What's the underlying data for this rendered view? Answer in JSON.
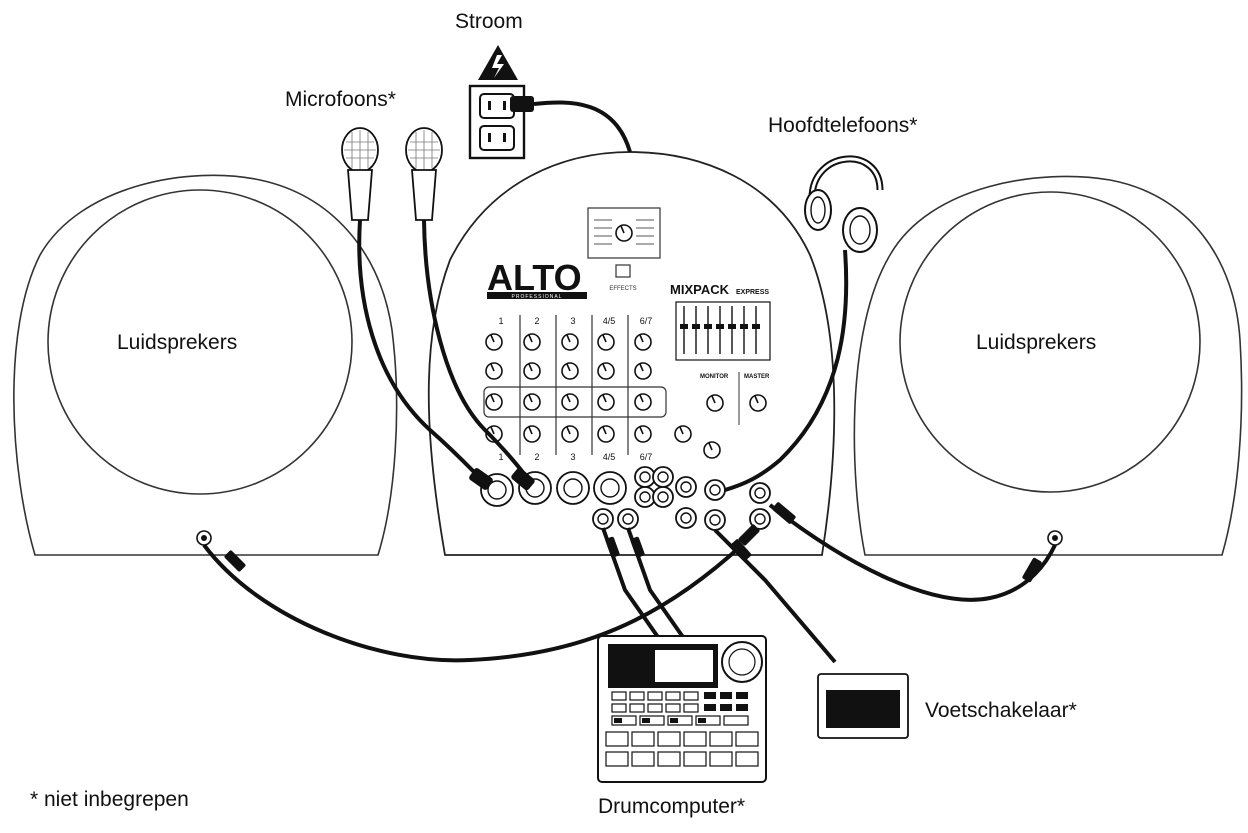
{
  "labels": {
    "power": "Stroom",
    "microphones": "Microfoons*",
    "headphones": "Hoofdtelefoons*",
    "speaker_left": "Luidsprekers",
    "speaker_right": "Luidsprekers",
    "footswitch": "Voetschakelaar*",
    "drum_computer": "Drumcomputer*",
    "footnote": "* niet inbegrepen"
  },
  "mixer": {
    "brand": "ALTO",
    "brand_sub": "PROFESSIONAL",
    "model": "MIXPACK",
    "model_suffix": "EXPRESS",
    "channel_labels": [
      "1",
      "2",
      "3",
      "4/5",
      "6/7"
    ],
    "monitor_label": "MONITOR",
    "master_label": "MASTER",
    "effects_label": "EFFECTS"
  },
  "colors": {
    "line": "#1a1a1a",
    "device_fill": "#ffffff",
    "screen": "#1a1a1a"
  }
}
